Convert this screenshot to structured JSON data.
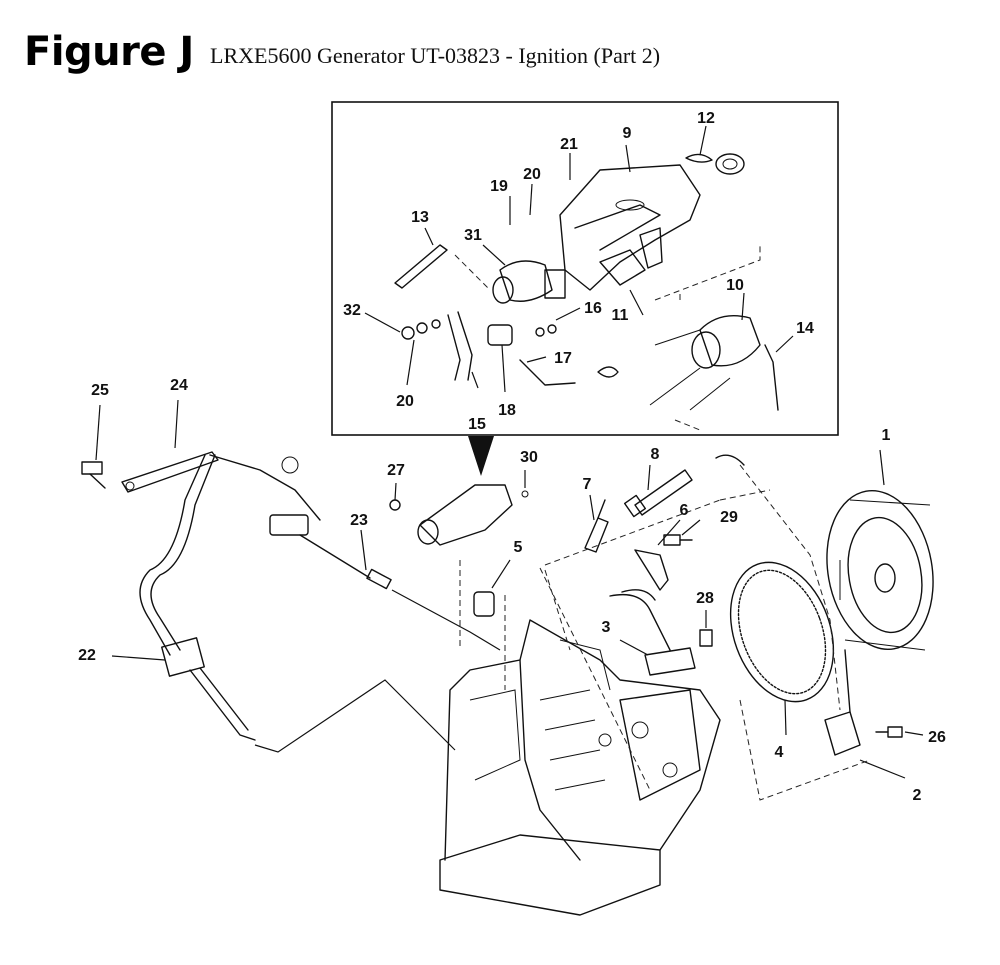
{
  "header": {
    "figure_label": "Figure J",
    "title": "LRXE5600 Generator UT-03823 - Ignition (Part 2)"
  },
  "callouts": [
    "1",
    "2",
    "3",
    "4",
    "5",
    "6",
    "7",
    "8",
    "9",
    "10",
    "11",
    "12",
    "13",
    "14",
    "15",
    "16",
    "17",
    "18",
    "19",
    "20",
    "20",
    "21",
    "22",
    "23",
    "24",
    "25",
    "26",
    "27",
    "28",
    "29",
    "30",
    "31",
    "32"
  ]
}
